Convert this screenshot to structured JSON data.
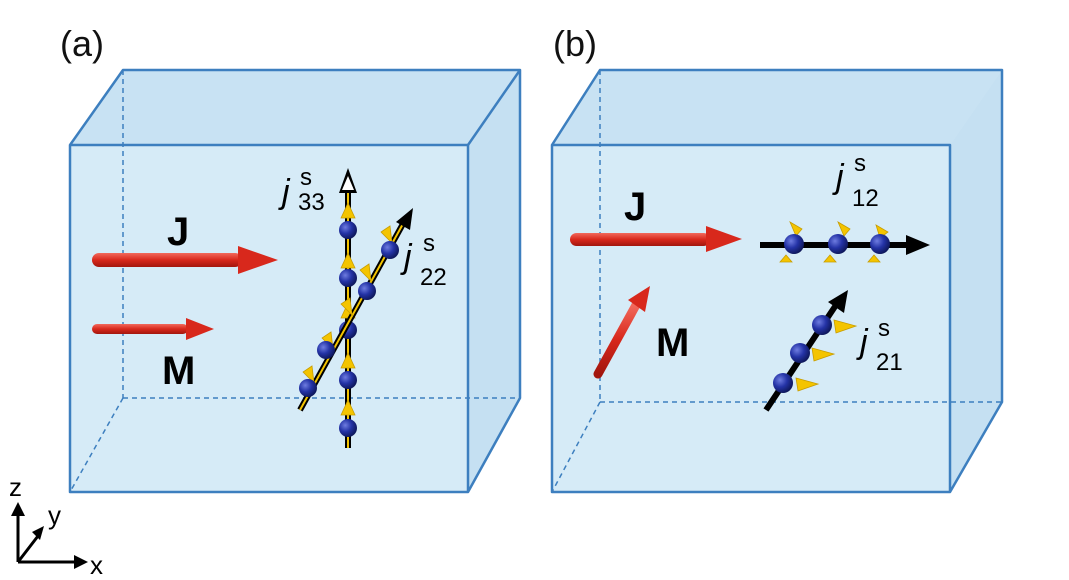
{
  "panels": [
    {
      "label": "(a)",
      "current_label": "J",
      "magnetization_label": "M",
      "spin_currents": [
        {
          "main": "j",
          "sup": "s",
          "sub": "33"
        },
        {
          "main": "j",
          "sup": "s",
          "sub": "22"
        }
      ]
    },
    {
      "label": "(b)",
      "current_label": "J",
      "magnetization_label": "M",
      "spin_currents": [
        {
          "main": "j",
          "sup": "s",
          "sub": "12"
        },
        {
          "main": "j",
          "sup": "s",
          "sub": "21"
        }
      ]
    }
  ],
  "axes": {
    "z": "z",
    "y": "y",
    "x": "x"
  },
  "colors": {
    "box_fill": "#d6ebf7",
    "box_edge": "#3d7fbf",
    "current_arrow": "#d8281c",
    "spin_ball": "#1d2c8c",
    "spin_arrow": "#f4c400",
    "track": "#000000"
  }
}
